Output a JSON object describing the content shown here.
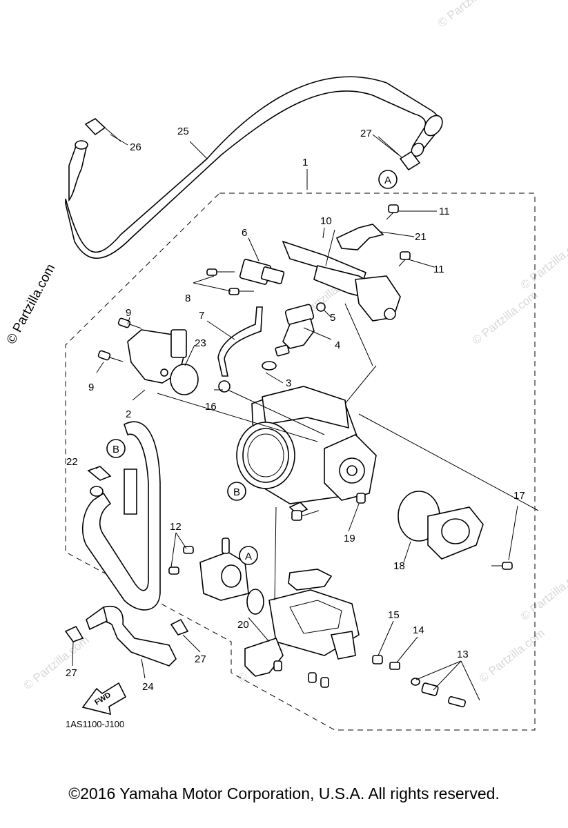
{
  "watermarks": {
    "vertical": "© Partzilla.com",
    "tiled": [
      "© Partzilla.com",
      "© Partzilla.com",
      "© Partzilla.com",
      "© Partzilla.com",
      "© Partzilla.com",
      "© Partzilla.com",
      "© Partzilla.com",
      "© Partzilla.com"
    ]
  },
  "callouts": [
    "1",
    "2",
    "3",
    "4",
    "5",
    "6",
    "7",
    "8",
    "9",
    "9",
    "10",
    "11",
    "11",
    "12",
    "13",
    "14",
    "15",
    "16",
    "17",
    "18",
    "19",
    "20",
    "21",
    "22",
    "23",
    "24",
    "25",
    "26",
    "27",
    "27",
    "27"
  ],
  "refs": [
    "A",
    "A",
    "B",
    "B"
  ],
  "fwd_label": "FWD",
  "diagram_code": "1AS1100-J100",
  "copyright": "©2016  Yamaha Motor Corporation, U.S.A. All rights reserved."
}
